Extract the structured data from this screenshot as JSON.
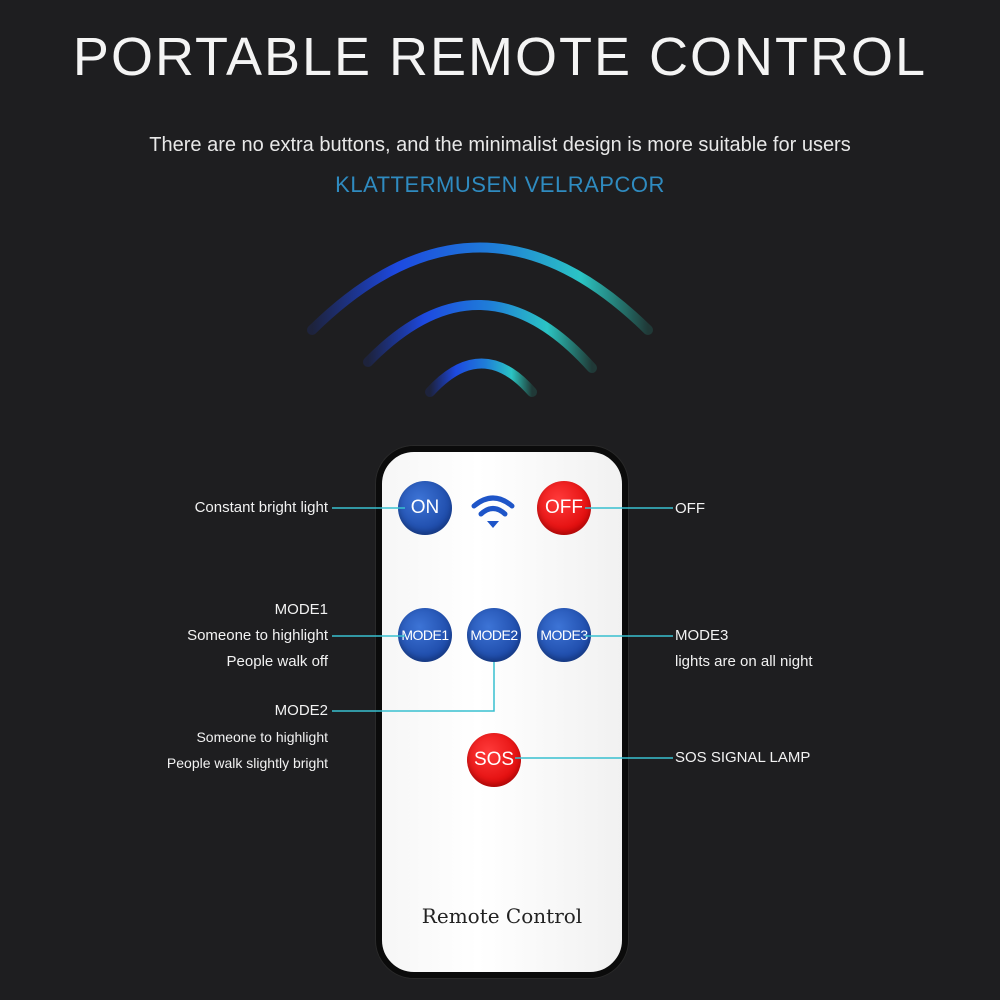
{
  "header": {
    "title": "PORTABLE REMOTE CONTROL",
    "subtitle": "There are no extra buttons, and the minimalist design is more suitable for users",
    "brand": "KLATTERMUSEN VELRAPCOR"
  },
  "remote": {
    "label": "Remote Control",
    "buttons": {
      "on": "ON",
      "off": "OFF",
      "mode1": "MODE1",
      "mode2": "MODE2",
      "mode3": "MODE3",
      "sos": "SOS"
    }
  },
  "callouts": {
    "on": [
      "Constant bright light"
    ],
    "off": [
      "OFF"
    ],
    "mode1": [
      "MODE1",
      "Someone to highlight",
      "People walk off"
    ],
    "mode2": [
      "MODE2",
      "Someone to highlight",
      "People walk slightly bright"
    ],
    "mode3": [
      "MODE3",
      "lights are on all night"
    ],
    "sos": [
      "SOS SIGNAL LAMP"
    ]
  },
  "colors": {
    "background": "#1e1e20",
    "brand": "#2f8bc0",
    "leader_line": "#38c0d0",
    "button_blue": "#1d4aa8",
    "button_red": "#e10c0c"
  },
  "icons": [
    "signal-waves-icon",
    "wifi-icon"
  ]
}
